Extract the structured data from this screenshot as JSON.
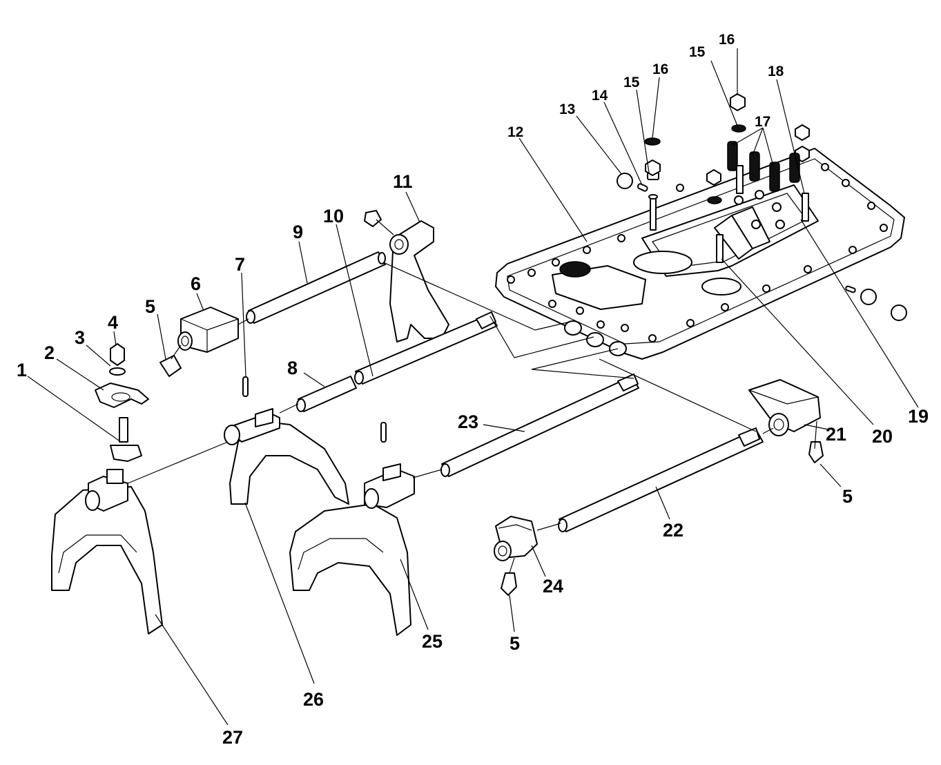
{
  "diagram": {
    "callouts": [
      {
        "id": "c1",
        "label": "1"
      },
      {
        "id": "c2",
        "label": "2"
      },
      {
        "id": "c3",
        "label": "3"
      },
      {
        "id": "c4",
        "label": "4"
      },
      {
        "id": "c5a",
        "label": "5"
      },
      {
        "id": "c6",
        "label": "6"
      },
      {
        "id": "c7",
        "label": "7"
      },
      {
        "id": "c8",
        "label": "8"
      },
      {
        "id": "c9",
        "label": "9"
      },
      {
        "id": "c10",
        "label": "10"
      },
      {
        "id": "c11",
        "label": "11"
      },
      {
        "id": "c12",
        "label": "12"
      },
      {
        "id": "c13",
        "label": "13"
      },
      {
        "id": "c14",
        "label": "14"
      },
      {
        "id": "c15a",
        "label": "15"
      },
      {
        "id": "c16a",
        "label": "16"
      },
      {
        "id": "c15b",
        "label": "15"
      },
      {
        "id": "c16b",
        "label": "16"
      },
      {
        "id": "c17",
        "label": "17"
      },
      {
        "id": "c18",
        "label": "18"
      },
      {
        "id": "c19",
        "label": "19"
      },
      {
        "id": "c20",
        "label": "20"
      },
      {
        "id": "c21",
        "label": "21"
      },
      {
        "id": "c5b",
        "label": "5"
      },
      {
        "id": "c22",
        "label": "22"
      },
      {
        "id": "c23",
        "label": "23"
      },
      {
        "id": "c24",
        "label": "24"
      },
      {
        "id": "c5c",
        "label": "5"
      },
      {
        "id": "c25",
        "label": "25"
      },
      {
        "id": "c26",
        "label": "26"
      },
      {
        "id": "c27",
        "label": "27"
      }
    ]
  }
}
